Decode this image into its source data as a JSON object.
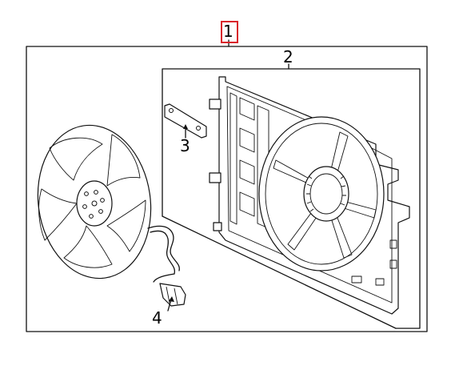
{
  "diagram": {
    "callouts": [
      {
        "id": "1",
        "label": "1",
        "highlighted": true
      },
      {
        "id": "2",
        "label": "2",
        "highlighted": false
      },
      {
        "id": "3",
        "label": "3",
        "highlighted": false
      },
      {
        "id": "4",
        "label": "4",
        "highlighted": false
      }
    ],
    "highlight_color": "#d9262b",
    "line_color": "#111111"
  }
}
